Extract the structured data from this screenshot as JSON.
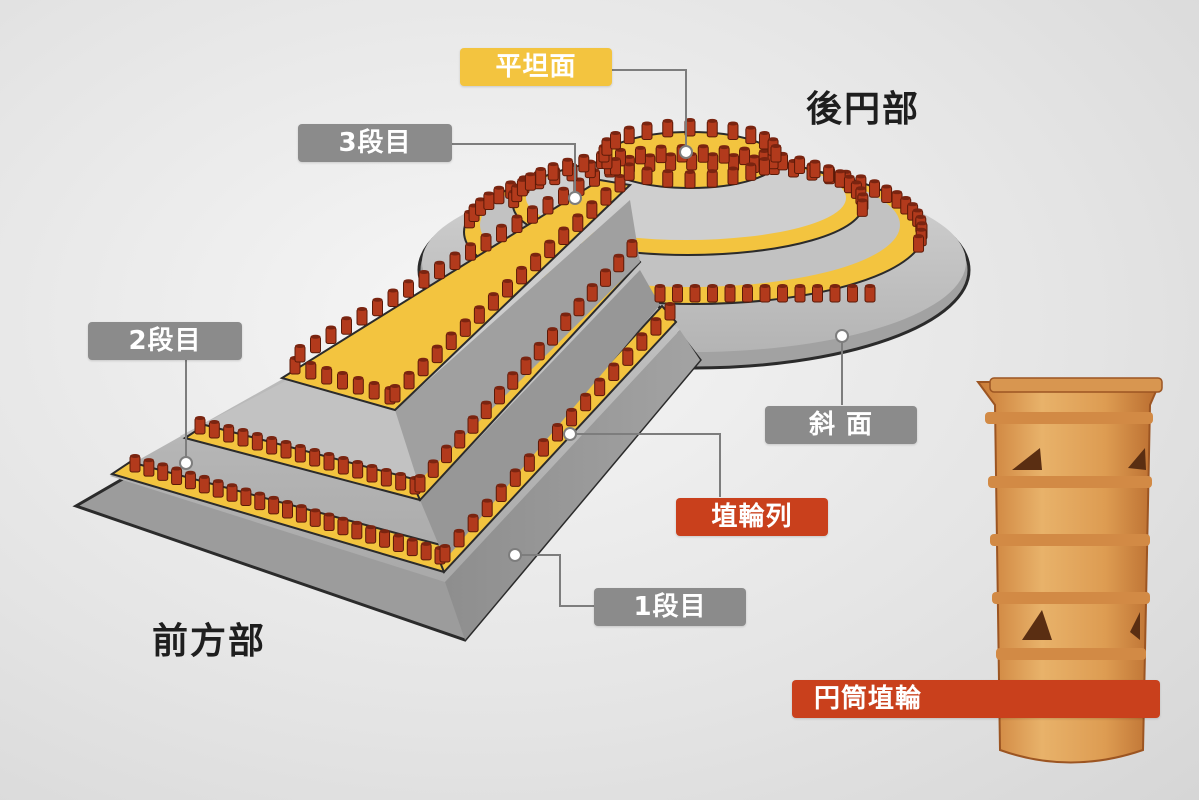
{
  "regions": {
    "rear_round": "後円部",
    "front_square": "前方部"
  },
  "labels": {
    "flat_surface": "平坦面",
    "tier3": "3段目",
    "tier2": "2段目",
    "tier1": "1段目",
    "slope": "斜 面",
    "haniwa_row": "埴輪列",
    "cylindrical_haniwa": "円筒埴輪"
  },
  "colors": {
    "terrace_yellow": "#f3c43f",
    "slope_gray": "#b5b5b5",
    "haniwa_red": "#b23a1c",
    "label_gray": "#8b8b8b",
    "label_red": "#c9401c"
  }
}
